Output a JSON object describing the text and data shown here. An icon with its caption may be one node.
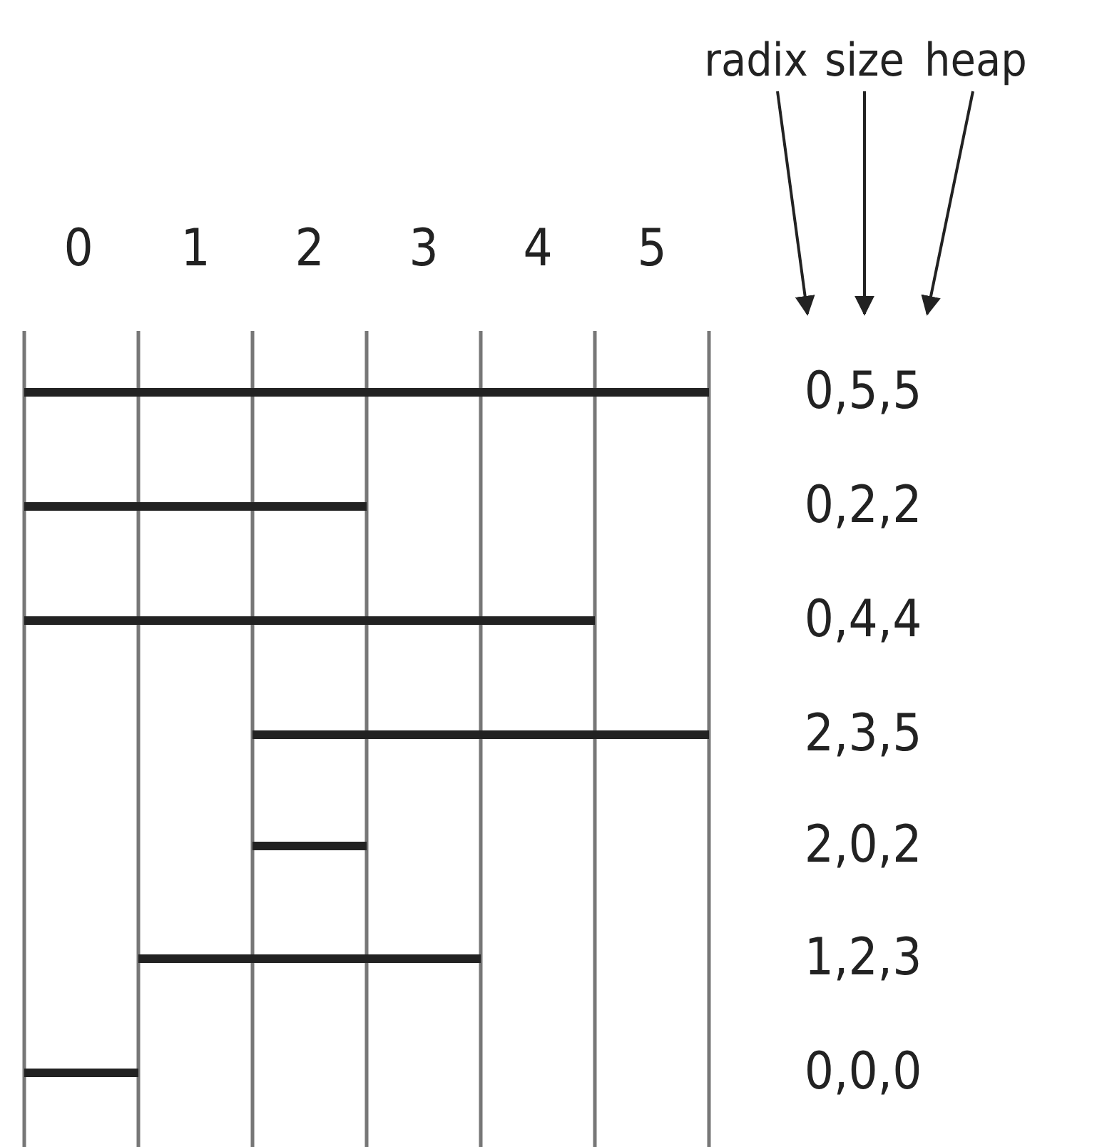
{
  "diagram": {
    "nodes": [
      {
        "text": [
          "radix"
        ]
      },
      {
        "text": [
          "size"
        ]
      },
      {
        "text": [
          "heap"
        ]
      }
    ],
    "edges": [
      {
        "from": 0,
        "to": null,
        "arrow": "to"
      },
      {
        "from": 1,
        "to": null,
        "arrow": "to"
      },
      {
        "from": 2,
        "to": null,
        "arrow": "to"
      }
    ],
    "labels": [
      "0",
      "1",
      "2",
      "3",
      "4",
      "5",
      "0,5,5",
      "0,2,2",
      "0,4,4",
      "2,3,5",
      "2,0,2",
      "1,2,3",
      "0,0,0"
    ]
  }
}
